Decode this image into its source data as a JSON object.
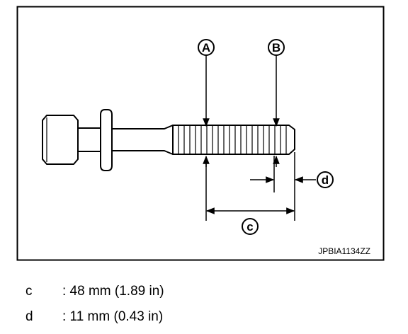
{
  "figure": {
    "callouts": {
      "a": "A",
      "b": "B",
      "c": "c",
      "d": "d"
    },
    "figure_code": "JPBIA1134ZZ"
  },
  "legend": [
    {
      "key": "c",
      "text": ": 48 mm (1.89 in)"
    },
    {
      "key": "d",
      "text": ": 11 mm (0.43 in)"
    }
  ]
}
